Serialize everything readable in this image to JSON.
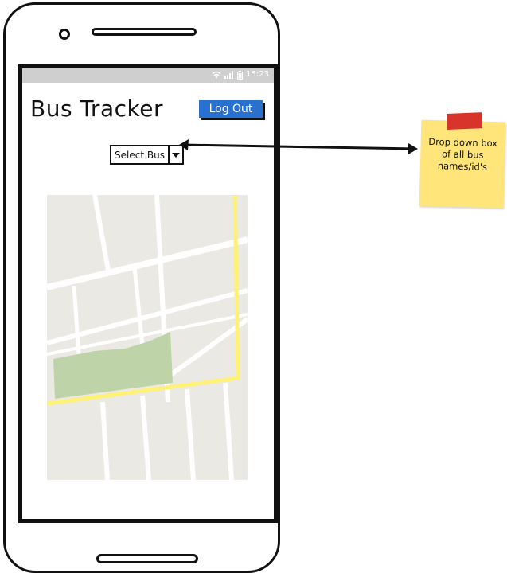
{
  "status_bar": {
    "time": "15:23",
    "icons": [
      "wifi-icon",
      "signal-icon",
      "battery-icon"
    ]
  },
  "app": {
    "title": "Bus Tracker",
    "logout_label": "Log Out",
    "select_label": "Select Bus"
  },
  "annotation": {
    "note": "Drop down box of all bus names/id's"
  },
  "colors": {
    "accent": "#2a70cf",
    "sticky": "#ffe57a",
    "tape": "#d9342b",
    "map_ground": "#ebe9e4",
    "map_road": "#ffffff",
    "map_highway": "#fff176",
    "map_park": "#bed4a8"
  }
}
